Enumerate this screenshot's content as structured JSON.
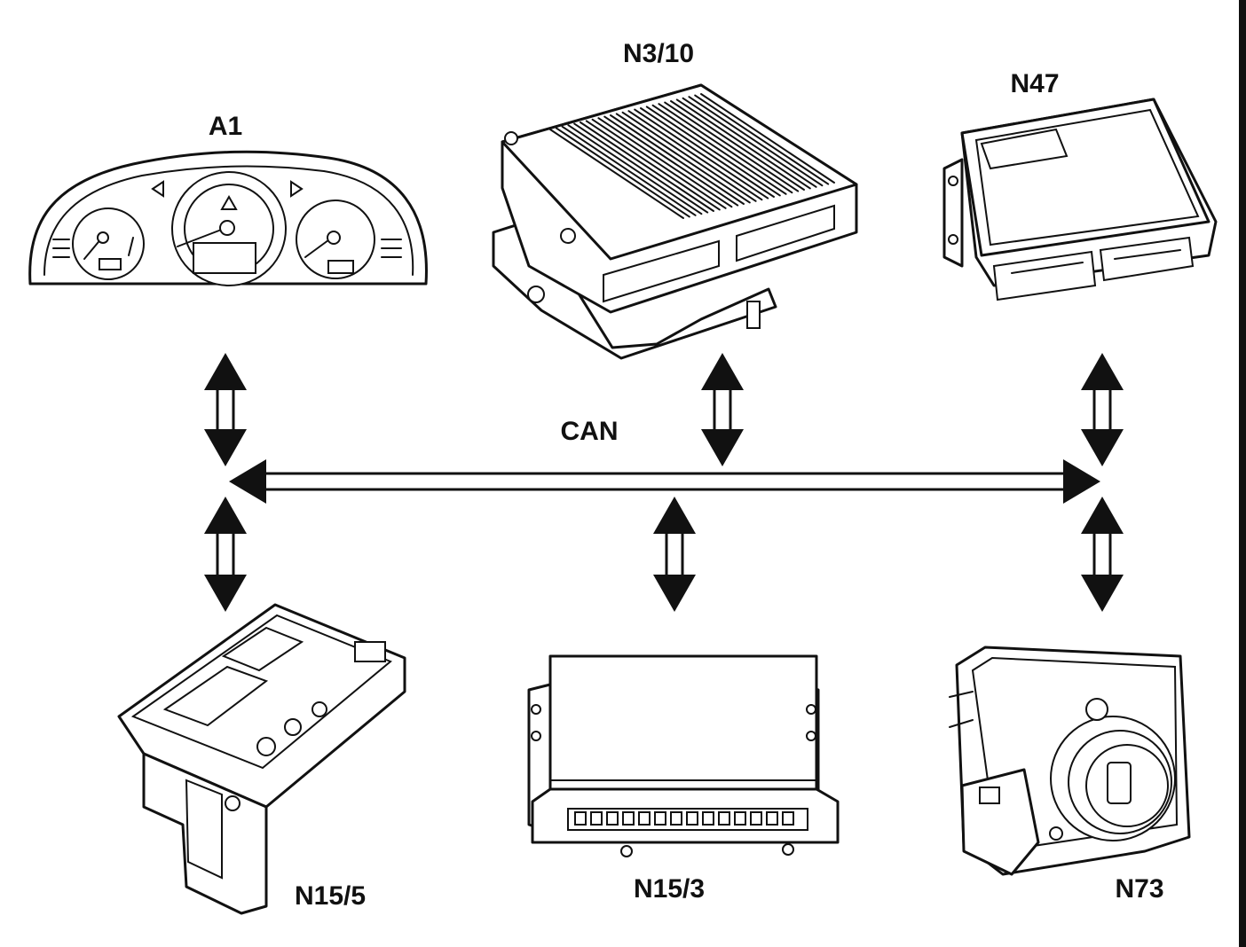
{
  "diagram": {
    "bus_label": "CAN",
    "modules": [
      {
        "id": "a1",
        "label": "A1"
      },
      {
        "id": "n3_10",
        "label": "N3/10"
      },
      {
        "id": "n47",
        "label": "N47"
      },
      {
        "id": "n15_5",
        "label": "N15/5"
      },
      {
        "id": "n15_3",
        "label": "N15/3"
      },
      {
        "id": "n73",
        "label": "N73"
      }
    ]
  }
}
